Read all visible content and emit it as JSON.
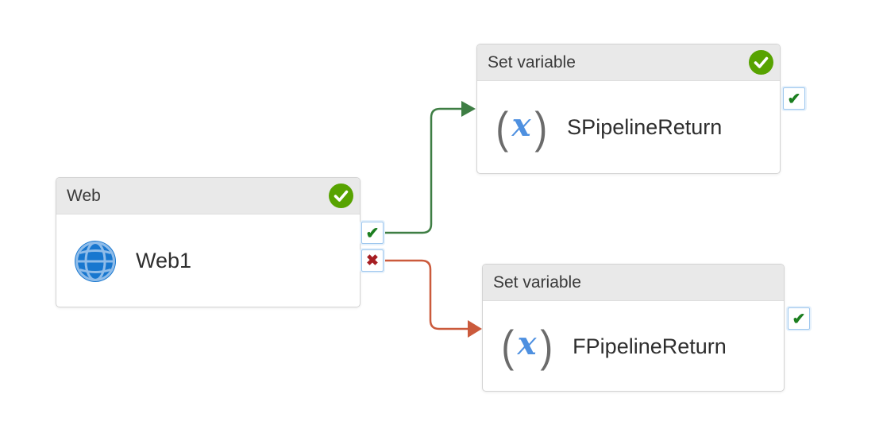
{
  "diagram": {
    "type": "pipeline-canvas",
    "nodes": [
      {
        "id": "web1",
        "type_label": "Web",
        "name": "Web1",
        "icon": "globe-icon",
        "status": "succeeded"
      },
      {
        "id": "set-variable-success",
        "type_label": "Set variable",
        "name": "SPipelineReturn",
        "icon": "fx-icon",
        "status": "succeeded"
      },
      {
        "id": "set-variable-failure",
        "type_label": "Set variable",
        "name": "FPipelineReturn",
        "icon": "fx-icon",
        "status": ""
      }
    ],
    "ports": {
      "success_glyph": "✔",
      "failure_glyph": "✖"
    },
    "fx_icon": {
      "open": "(",
      "x": "x",
      "close": ")"
    },
    "edges": [
      {
        "from": "Web1",
        "port": "on-success",
        "to": "SPipelineReturn",
        "color": "#3e7e44"
      },
      {
        "from": "Web1",
        "port": "on-failure",
        "to": "FPipelineReturn",
        "color": "#cb5a3c"
      }
    ],
    "colors": {
      "success_edge": "#3e7e44",
      "failure_edge": "#cb5a3c",
      "port_check_green": "#1b7e1f",
      "port_cross_red": "#a61e22",
      "status_badge_green": "#57a300",
      "header_bg": "#e9e9e9",
      "globe_blue": "#1877cf",
      "fx_blue": "#4e90e0"
    }
  }
}
